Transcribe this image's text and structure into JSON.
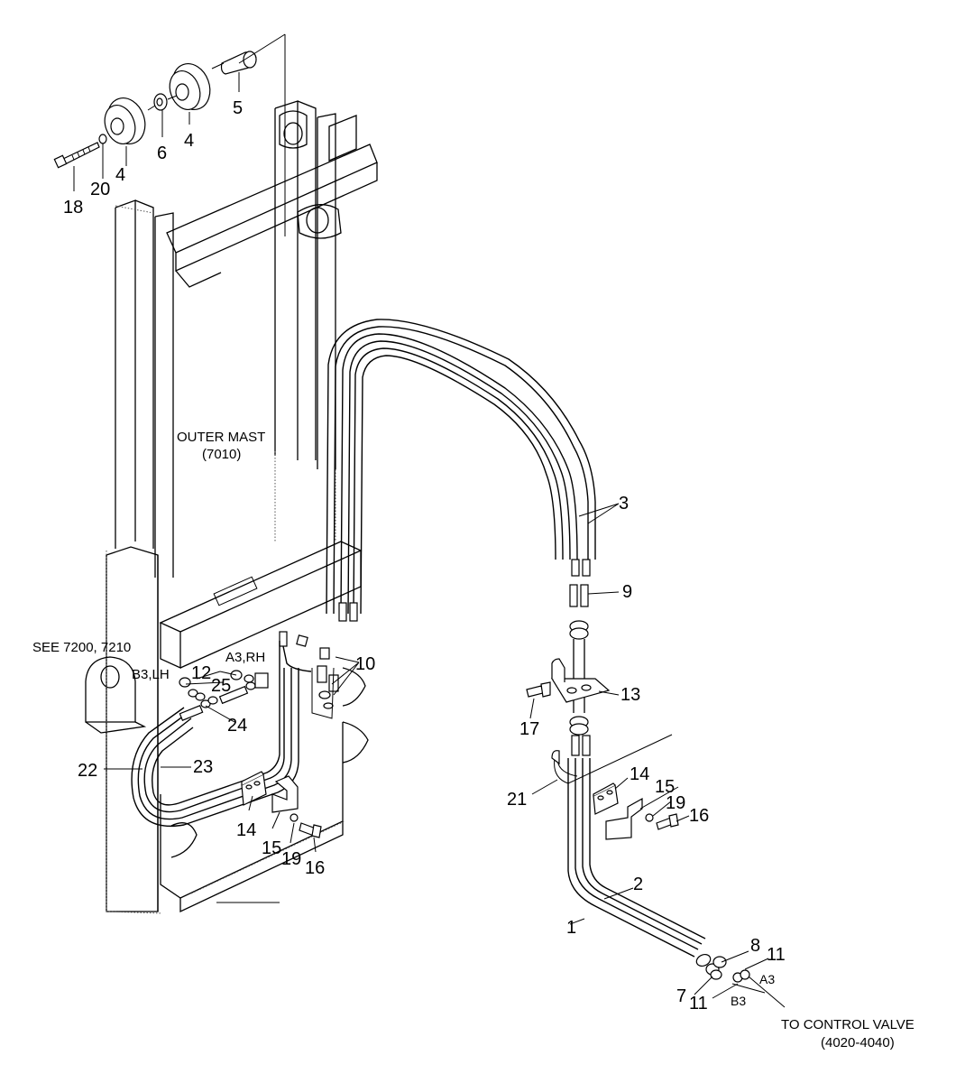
{
  "labels": {
    "outer_mast": "OUTER MAST",
    "outer_mast_ref": "(7010)",
    "see_ref": "SEE 7200, 7210",
    "b3_lh": "B3,LH",
    "a3_rh": "A3,RH",
    "a3": "A3",
    "b3": "B3",
    "to_control_valve": "TO CONTROL VALVE",
    "control_valve_ref": "(4020-4040)"
  },
  "callouts": {
    "n1": "1",
    "n2": "2",
    "n3": "3",
    "n4a": "4",
    "n4b": "4",
    "n5": "5",
    "n6": "6",
    "n7": "7",
    "n8": "8",
    "n9": "9",
    "n10": "10",
    "n11a": "11",
    "n11b": "11",
    "n12": "12",
    "n13": "13",
    "n14a": "14",
    "n14b": "14",
    "n15a": "15",
    "n15b": "15",
    "n16a": "16",
    "n16b": "16",
    "n17": "17",
    "n18": "18",
    "n19a": "19",
    "n19b": "19",
    "n20": "20",
    "n21": "21",
    "n22": "22",
    "n23": "23",
    "n24": "24",
    "n25": "25"
  }
}
